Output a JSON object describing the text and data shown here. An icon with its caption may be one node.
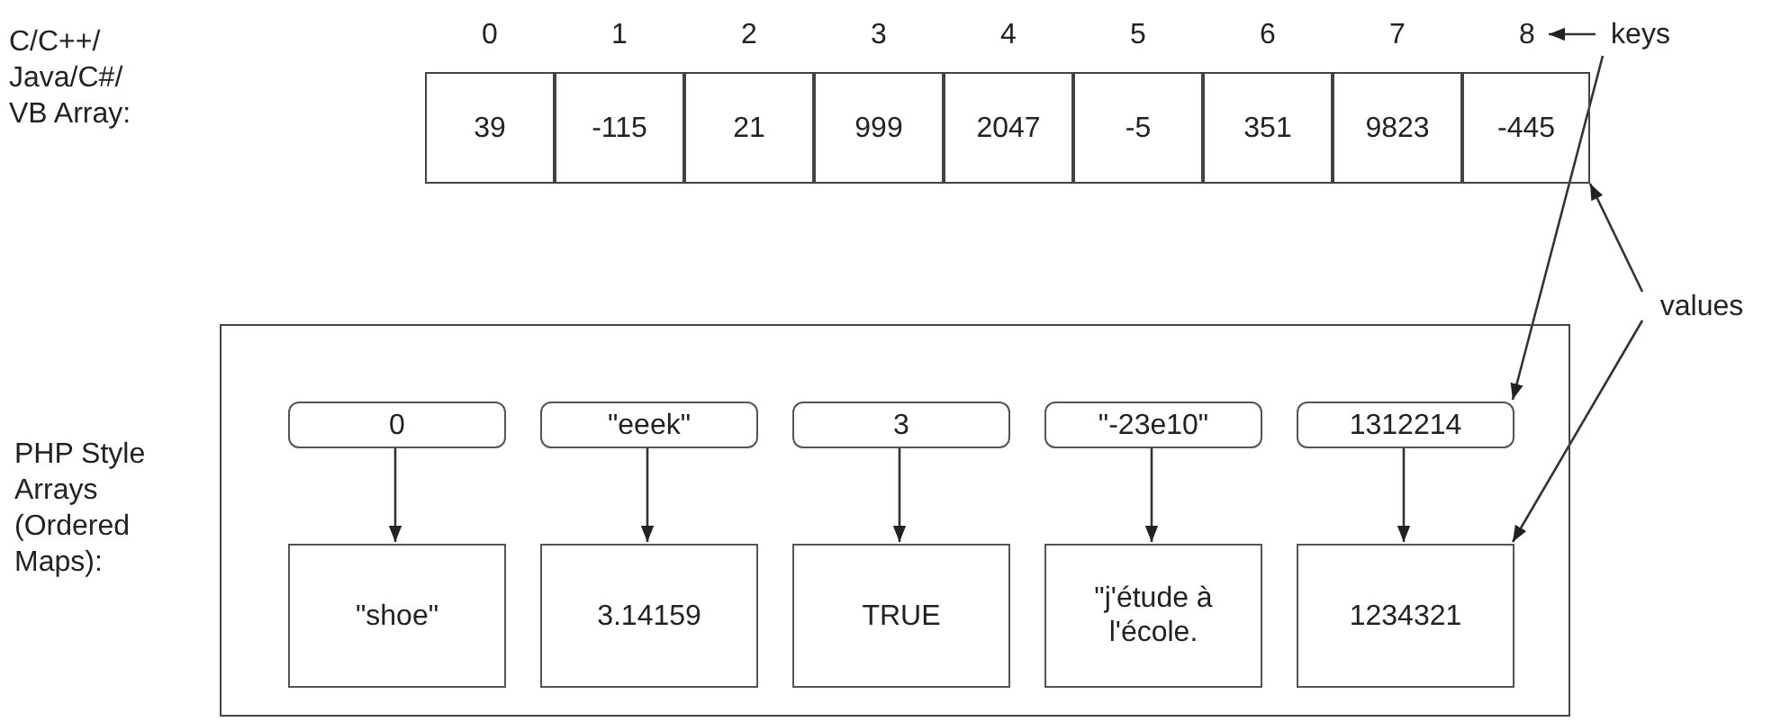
{
  "diagram": {
    "nodes": [
      {
        "text": [
          "39"
        ]
      },
      {
        "text": [
          "-115"
        ]
      },
      {
        "text": [
          "21"
        ]
      },
      {
        "text": [
          "999"
        ]
      },
      {
        "text": [
          "2047"
        ]
      },
      {
        "text": [
          "-5"
        ]
      },
      {
        "text": [
          "351"
        ]
      },
      {
        "text": [
          "9823"
        ]
      },
      {
        "text": [
          "-445"
        ]
      },
      {
        "text": [
          "8"
        ]
      },
      {
        "text": [
          "keys"
        ]
      },
      {
        "text": [
          "values"
        ]
      },
      {
        "text": [],
        "shape": "box"
      },
      {
        "text": [
          "0"
        ],
        "in": 12
      },
      {
        "text": [
          "\"eeek\""
        ],
        "in": 12
      },
      {
        "text": [
          "3"
        ],
        "in": 12
      },
      {
        "text": [
          "\"-23e10\""
        ],
        "in": 12
      },
      {
        "text": [
          "1312214"
        ],
        "in": 12
      },
      {
        "text": [
          "\"shoe\""
        ],
        "in": 12
      },
      {
        "text": [
          "3.14159"
        ],
        "in": 12
      },
      {
        "text": [
          "TRUE"
        ],
        "in": 12
      },
      {
        "text": [
          "\"j'étude à l'école."
        ],
        "in": 12
      },
      {
        "text": [
          "1234321"
        ],
        "in": 12
      }
    ],
    "edges": [
      {
        "from": 10,
        "to": 9,
        "arrow": "to"
      },
      {
        "from": 10,
        "to": 17,
        "arrow": "to"
      },
      {
        "from": 11,
        "to": 8,
        "arrow": "to"
      },
      {
        "from": 11,
        "to": 22,
        "arrow": "to"
      },
      {
        "from": 13,
        "to": 18,
        "arrow": "to"
      },
      {
        "from": 14,
        "to": 19,
        "arrow": "to"
      },
      {
        "from": 15,
        "to": 20,
        "arrow": "to"
      },
      {
        "from": 16,
        "to": 21,
        "arrow": "to"
      },
      {
        "from": 17,
        "to": 22,
        "arrow": "to"
      }
    ],
    "labels": [
      "C/C++/ Java/C#/ VB Array:",
      "0",
      "1",
      "2",
      "3",
      "4",
      "5",
      "6",
      "7",
      "PHP Style Arrays (Ordered Maps):"
    ]
  }
}
